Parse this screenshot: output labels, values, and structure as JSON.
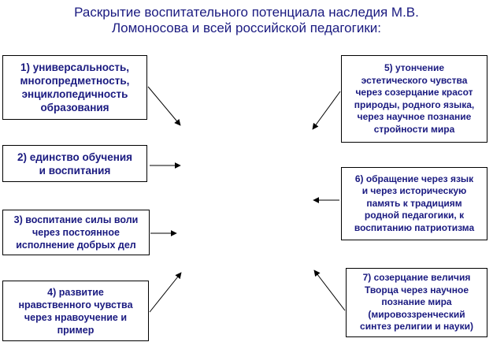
{
  "title": {
    "line1": "Раскрытие воспитательного потенциала наследия М.В.",
    "line2": "Ломоносова и всей российской педагогики:"
  },
  "boxes": [
    {
      "lines": [
        "1) универсальность,",
        "многопредметность,",
        "энциклопедичность",
        "образования"
      ]
    },
    {
      "lines": [
        "2) единство обучения",
        "и воспитания"
      ]
    },
    {
      "lines": [
        "3) воспитание силы воли",
        "через постоянное",
        "исполнение добрых дел"
      ]
    },
    {
      "lines": [
        "4) развитие",
        "нравственного чувства",
        "через нравоучение и",
        "пример"
      ]
    },
    {
      "lines": [
        "5) утончение",
        "эстетического чувства",
        "через созерцание красот",
        "природы, родного языка,",
        "через научное познание",
        "стройности мира"
      ]
    },
    {
      "lines": [
        "6) обращение через язык",
        "и через историческую",
        "память к традициям",
        "родной педагогики, к",
        "воспитанию патриотизма"
      ]
    },
    {
      "lines": [
        "7) созерцание величия",
        "Творца через научное",
        "познание мира",
        "(мировоззренческий",
        "синтез религии и науки)"
      ]
    }
  ]
}
